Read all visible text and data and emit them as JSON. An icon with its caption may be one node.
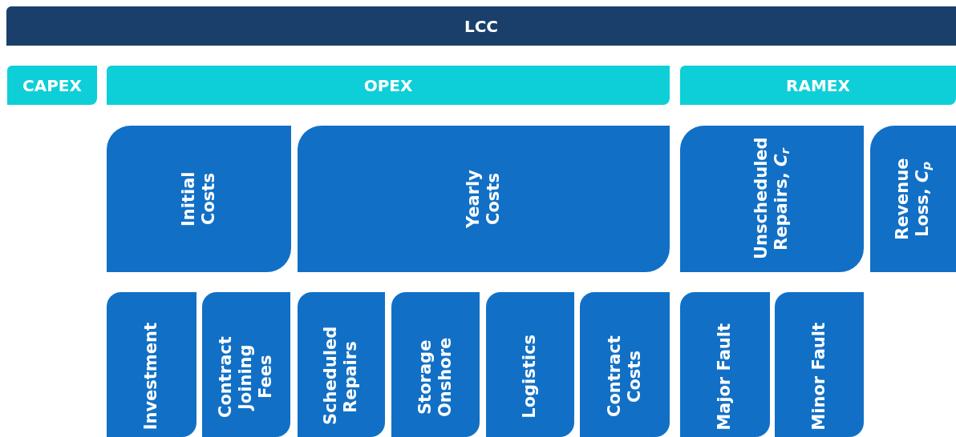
{
  "diagram": {
    "nodes": [
      {
        "text": [
          "LCC"
        ]
      },
      {
        "text": [
          "CAPEX"
        ]
      },
      {
        "text": [
          "OPEX"
        ]
      },
      {
        "text": [
          "RAMEX"
        ]
      },
      {
        "text": [
          "Initial Costs"
        ]
      },
      {
        "text": [
          "Yearly Costs"
        ]
      },
      {
        "text": [
          "Unscheduled Repairs, *C*$_{r}$"
        ]
      },
      {
        "text": [
          "Revenue Loss, *C*$_{p}$"
        ]
      },
      {
        "text": [
          "Investment"
        ]
      },
      {
        "text": [
          "Contract Joining Fees"
        ]
      },
      {
        "text": [
          "Scheduled Repairs"
        ]
      },
      {
        "text": [
          "Storage Onshore"
        ]
      },
      {
        "text": [
          "Logistics"
        ]
      },
      {
        "text": [
          "Contract Costs"
        ]
      },
      {
        "text": [
          "Major Fault"
        ]
      },
      {
        "text": [
          "Minor Fault"
        ]
      }
    ]
  }
}
